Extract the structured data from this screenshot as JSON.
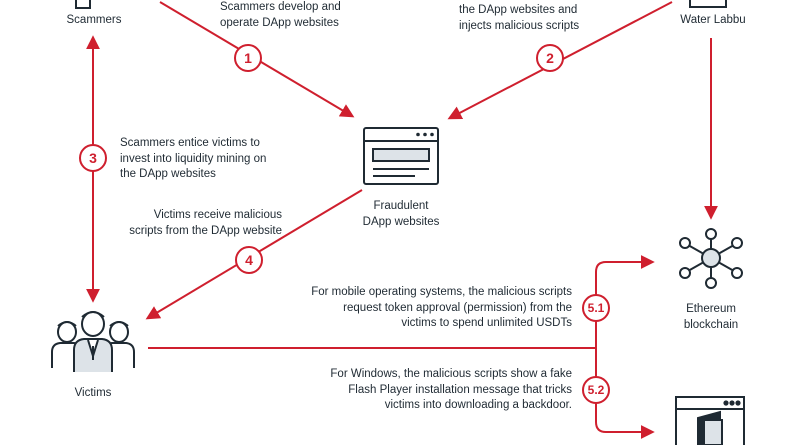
{
  "nodes": {
    "scammers": "Scammers",
    "water_labbu": "Water Labbu",
    "fraudulent_line1": "Fraudulent",
    "fraudulent_line2": "DApp websites",
    "ethereum_line1": "Ethereum",
    "ethereum_line2": "blockchain",
    "victims": "Victims"
  },
  "steps": {
    "s1": {
      "label": "1",
      "text": [
        "Scammers develop and",
        "operate DApp websites"
      ]
    },
    "s2": {
      "label": "2",
      "text": [
        "the DApp websites and",
        "injects malicious scripts"
      ]
    },
    "s3": {
      "label": "3",
      "text": [
        "Scammers entice victims to",
        "invest into liquidity mining on",
        "the DApp websites"
      ]
    },
    "s4": {
      "label": "4",
      "text": [
        "Victims receive malicious",
        "scripts from the DApp website"
      ]
    },
    "s51": {
      "label": "5.1",
      "text": [
        "For mobile operating systems, the malicious scripts",
        "request token approval (permission) from the",
        "victims to spend unlimited USDTs"
      ]
    },
    "s52": {
      "label": "5.2",
      "text": [
        "For Windows, the malicious scripts show a fake",
        "Flash Player installation message that tricks",
        "victims into downloading a backdoor."
      ]
    }
  },
  "colors": {
    "accent": "#cf1f2e",
    "ink": "#1f2a33",
    "icon_fill": "#dde3e8"
  },
  "icons": [
    "person-icon",
    "browser-window-icon",
    "blockchain-network-icon",
    "people-group-icon",
    "backdoor-window-icon"
  ]
}
